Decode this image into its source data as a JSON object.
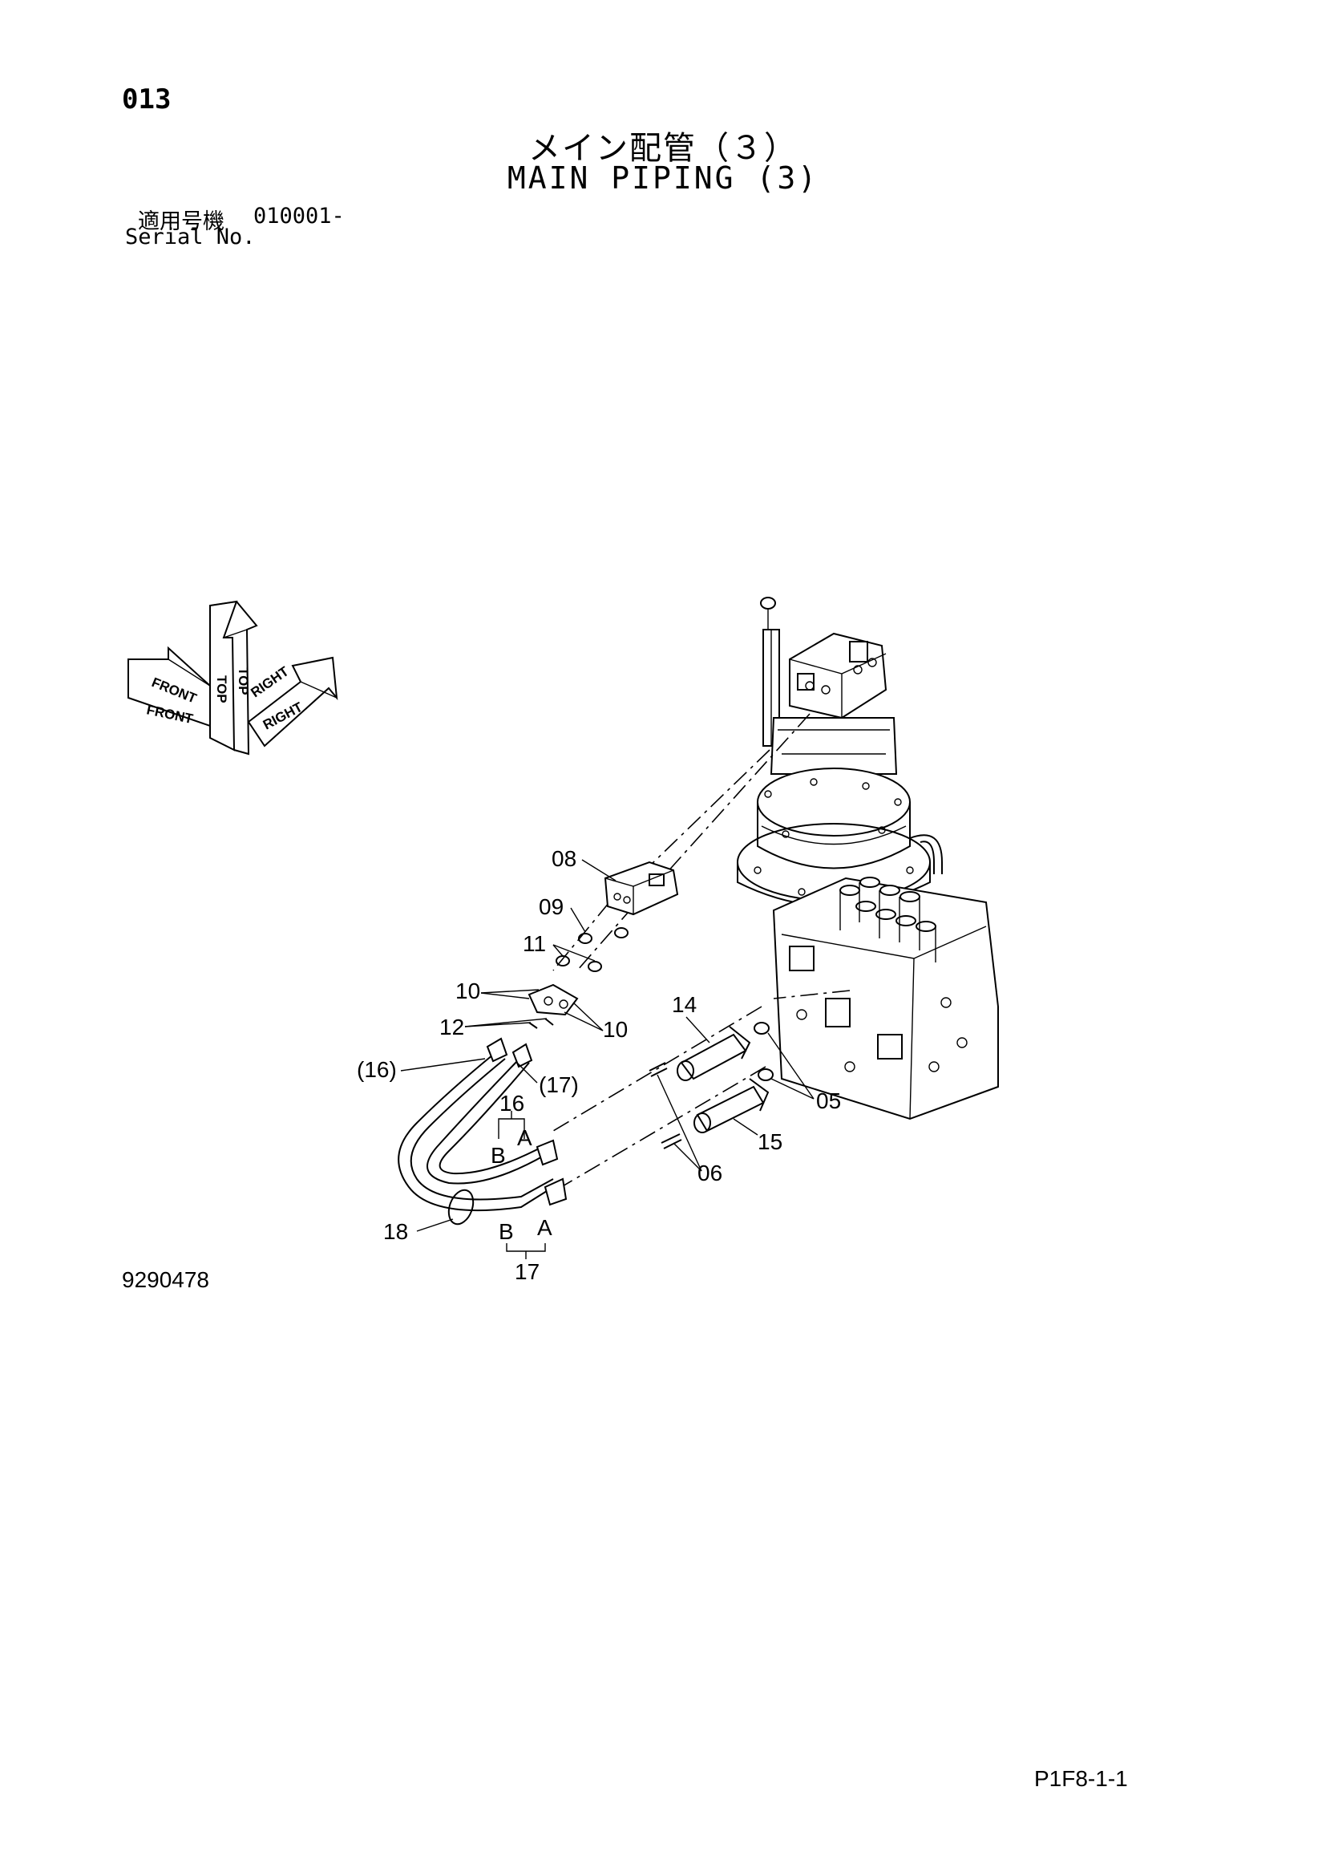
{
  "page": {
    "number": "013",
    "title_jp": "メイン配管（３）",
    "title_en": "MAIN PIPING (3)",
    "serial_label_jp": "適用号機",
    "serial_value": "010001-",
    "serial_label_en": "Serial No.",
    "drawing_number": "9290478",
    "sheet_code": "P1F8-1-1"
  },
  "orientation": {
    "top": "TOP",
    "front": "FRONT",
    "right": "RIGHT"
  },
  "callouts": {
    "c08": "08",
    "c09": "09",
    "c11": "11",
    "c10a": "10",
    "c10b": "10",
    "c12": "12",
    "c16p": "(16)",
    "c17p": "(17)",
    "c16": "16",
    "c16a": "A",
    "c16b": "B",
    "c14": "14",
    "c05": "05",
    "c15": "15",
    "c06": "06",
    "c18": "18",
    "c17b": "B",
    "c17a": "A",
    "c17": "17"
  }
}
